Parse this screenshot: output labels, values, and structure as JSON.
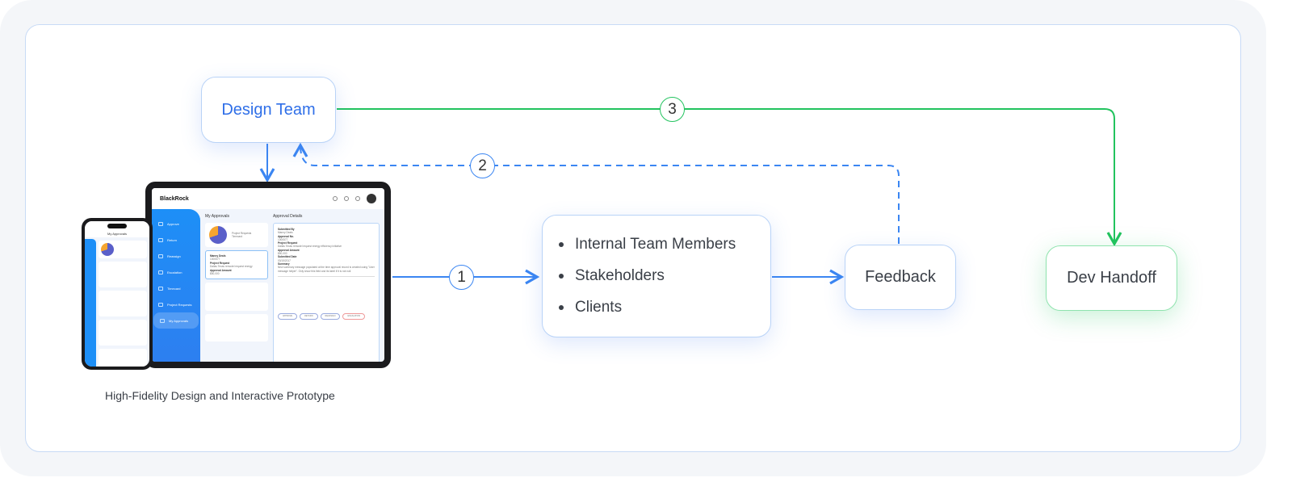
{
  "nodes": {
    "design_team": "Design Team",
    "audience": [
      "Internal Team Members",
      "Stakeholders",
      "Clients"
    ],
    "feedback": "Feedback",
    "dev_handoff": "Dev Handoff"
  },
  "steps": [
    "1",
    "2",
    "3"
  ],
  "caption": "High-Fidelity Design and Interactive Prototype",
  "colors": {
    "blue": "#3b86f2",
    "green": "#22c35e",
    "design_text": "#2f6fe8"
  },
  "mockup": {
    "brand": "BlackRock",
    "sidebar": [
      "Approve",
      "Return",
      "Reassign",
      "Escalation",
      "Timecard",
      "Project Requests",
      "My Approvals"
    ],
    "list_title": "My Approvals",
    "legend": [
      "Project Requests",
      "Timecard"
    ],
    "card": {
      "name": "Manny Deals",
      "approval": "Approval:",
      "id": "1000577",
      "req_label": "Project Request",
      "req": "Dallas Texas remodel request energy",
      "amt_label": "Approval Amount",
      "amt": "$50,000"
    },
    "details_title": "Approval Details",
    "details": [
      [
        "Submitted By",
        "Manny Deals"
      ],
      [
        "Approval No.",
        "1000577"
      ],
      [
        "Project Request",
        "Dallas Texas remodel request energy efficiency initiative"
      ],
      [
        "Approval Amount",
        "$50,000"
      ],
      [
        "Submitted Date",
        "03/15/2017"
      ],
      [
        "Summary",
        "New summary message populated at the time approval record is created using \"User message helper\". Only show this field and its label if it is not null."
      ]
    ],
    "actions": [
      "APPROVE",
      "RETURN",
      "REASSIGN",
      "ESCALATION"
    ],
    "phone_title": "My Approvals"
  }
}
